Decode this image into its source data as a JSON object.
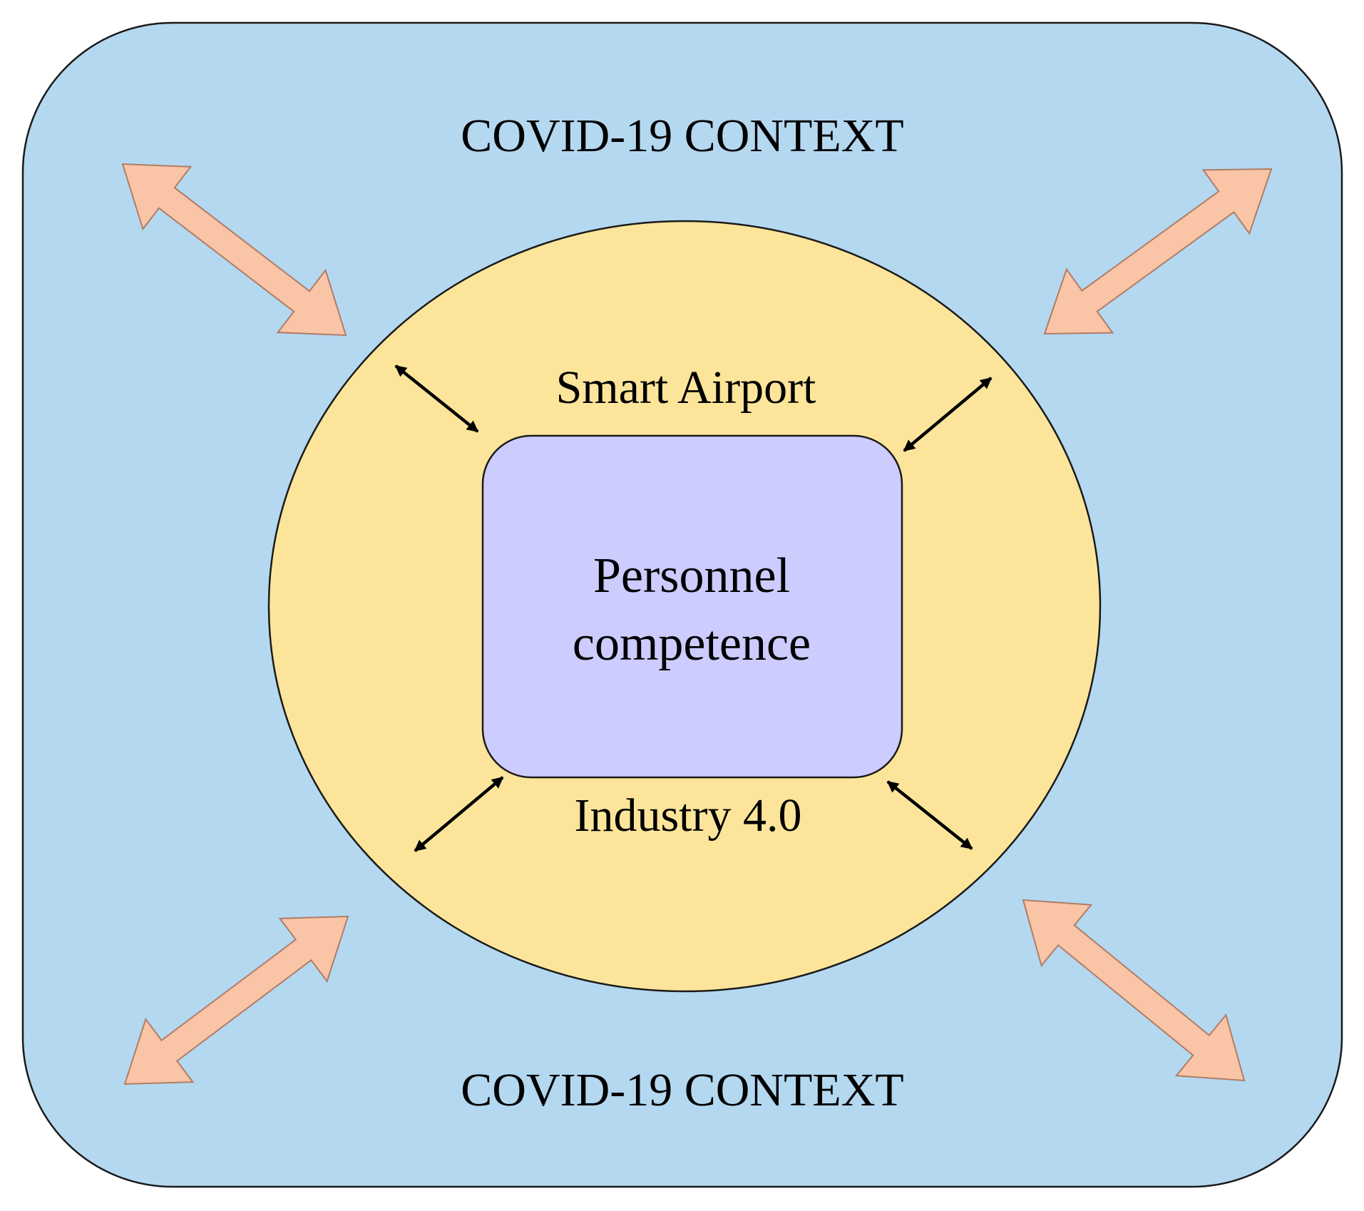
{
  "diagram": {
    "outer_label_top": "COVID-19 CONTEXT",
    "outer_label_bottom": "COVID-19 CONTEXT",
    "middle_label_top": "Smart Airport",
    "middle_label_bottom": "Industry 4.0",
    "center_label_line1": "Personnel",
    "center_label_line2": "competence"
  },
  "colors": {
    "outer_fill": "#b4d8f0",
    "middle_fill": "#fce59a",
    "inner_fill": "#ccccff",
    "outline": "#1a1a1a",
    "big_arrow_fill": "#f9c5a6",
    "big_arrow_stroke": "#b07c66",
    "small_arrow": "#000000"
  }
}
